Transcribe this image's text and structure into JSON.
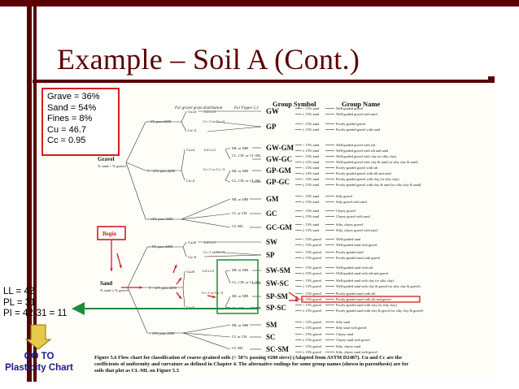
{
  "slide": {
    "title": "Example – Soil A  (Cont.)",
    "soil_props": [
      "Grave = 36%",
      "Sand = 54%",
      "Fines = 8%",
      "Cu = 46.7",
      "Cc = 0.95"
    ],
    "side_values": [
      "LL = 42",
      "PL = 31",
      "PI = 42-31 = 11"
    ],
    "goto_label": [
      "GO TO",
      "Plasticity Chart"
    ],
    "colors": {
      "accent": "#5a0000",
      "highlight": "#d21c1c",
      "path": "#1f8a3a"
    }
  },
  "chart": {
    "header_1": "For gravel grain distribution",
    "header_2": "For Figure 5.3",
    "col_symbol": "Group Symbol",
    "col_name": "Group Name",
    "gravel_label": "Gravel",
    "gravel_sub": "% sand < % gravel",
    "sand_label": "Sand",
    "sand_sub": "% sand ≥ % gravel",
    "begin": "Begin",
    "fines": {
      "g1": "< 5% pass #200",
      "g2": "5 - 12% pass #200",
      "g3": "> 12% pass #200",
      "s1": "< 5% pass #200",
      "s2": "5 - 12% pass #200",
      "s3": "> 12% pass #200"
    },
    "cond": {
      "g_cu4": "Cu≥4",
      "g_cu4b": "Cu<4",
      "g_cc1": "1≤Cc≤3",
      "g_cc1b": "Cc<1 or Cc>3",
      "s_cu6": "Cu≥6",
      "s_cu6b": "Cu<6",
      "s_cc1": "1≤Cc≤3",
      "s_cc1b": "Cc<1 or Cc>3",
      "mlmh": "ML or MH",
      "clch": "CL, CH, or CL-ML",
      "clch2": "CL or CH",
      "clml": "CL-ML"
    },
    "symbols": [
      "GW",
      "GP",
      "GW-GM",
      "GW-GC",
      "GP-GM",
      "GP-GC",
      "GM",
      "GC",
      "GC-GM",
      "SW",
      "SP",
      "SW-SM",
      "SW-SC",
      "SP-SM",
      "SP-SC",
      "SM",
      "SC",
      "SC-SM"
    ],
    "rows": [
      {
        "c": "< 15% sand",
        "n": "Well-graded gravel"
      },
      {
        "c": "≥ 15% sand",
        "n": "Well-graded gravel with sand"
      },
      {
        "c": "< 15% sand",
        "n": "Poorly-graded gravel"
      },
      {
        "c": "≥ 15% sand",
        "n": "Poorly-graded gravel with sand"
      },
      {
        "c": "< 15% sand",
        "n": "Well-graded gravel with silt"
      },
      {
        "c": "≥ 15% sand",
        "n": "Well-graded gravel with silt and sand"
      },
      {
        "c": "< 15% sand",
        "n": "Well-graded gravel with clay (or silty clay)"
      },
      {
        "c": "≥ 15% sand",
        "n": "Well-graded gravel with clay & sand (or silty clay & sand)"
      },
      {
        "c": "< 15% sand",
        "n": "Poorly-graded gravel with silt"
      },
      {
        "c": "≥ 15% sand",
        "n": "Poorly-graded gravel with silt and sand"
      },
      {
        "c": "< 15% sand",
        "n": "Poorly-graded gravel with clay (or silty clay)"
      },
      {
        "c": "≥ 15% sand",
        "n": "Poorly-graded gravel with clay & sand (or silty clay & sand)"
      },
      {
        "c": "< 15% sand",
        "n": "Silty gravel"
      },
      {
        "c": "≥ 15% sand",
        "n": "Silty gravel with sand"
      },
      {
        "c": "< 15% sand",
        "n": "Clayey gravel"
      },
      {
        "c": "≥ 15% sand",
        "n": "Clayey gravel with sand"
      },
      {
        "c": "< 15% sand",
        "n": "Silty, clayey gravel"
      },
      {
        "c": "≥ 15% sand",
        "n": "Silty, clayey gravel with sand"
      },
      {
        "c": "< 15% gravel",
        "n": "Well-graded sand"
      },
      {
        "c": "≥ 15% gravel",
        "n": "Well-graded sand with gravel"
      },
      {
        "c": "< 15% gravel",
        "n": "Poorly-graded sand"
      },
      {
        "c": "≥ 15% gravel",
        "n": "Poorly-graded sand with gravel"
      },
      {
        "c": "< 15% gravel",
        "n": "Well-graded sand with silt"
      },
      {
        "c": "≥ 15% gravel",
        "n": "Well-graded sand with silt and gravel"
      },
      {
        "c": "< 15% gravel",
        "n": "Well-graded sand with clay (or silty clay)"
      },
      {
        "c": "≥ 15% gravel",
        "n": "Well-graded sand with clay & gravel (or silty clay & gravel)"
      },
      {
        "c": "< 15% gravel",
        "n": "Poorly-graded sand with silt"
      },
      {
        "c": "≥ 15% gravel",
        "n": "Poorly-graded sand with silt and gravel"
      },
      {
        "c": "< 15% gravel",
        "n": "Poorly-graded sand with clay (or silty clay)"
      },
      {
        "c": "≥ 15% gravel",
        "n": "Poorly-graded sand with clay & gravel (or silty clay & gravel)"
      },
      {
        "c": "< 15% gravel",
        "n": "Silty sand"
      },
      {
        "c": "≥ 15% gravel",
        "n": "Silty sand with gravel"
      },
      {
        "c": "< 15% gravel",
        "n": "Clayey sand"
      },
      {
        "c": "≥ 15% gravel",
        "n": "Clayey sand with gravel"
      },
      {
        "c": "< 15% gravel",
        "n": "Silty, clayey sand"
      },
      {
        "c": "≥ 15% gravel",
        "n": "Silty, clayey sand with gravel"
      }
    ],
    "caption": [
      "Figure 5.6  Flow chart for classification of coarse-grained soils (< 50% passing #200 sieve) (Adapted from ASTM D2487). Cu and Cc are the",
      "coefficients of uniformity and curvature as defined in Chapter 4.  The alternative endings for some group names (shown in parenthesis) are for",
      "soils that plot as CL-ML on Figure 5.3"
    ]
  }
}
